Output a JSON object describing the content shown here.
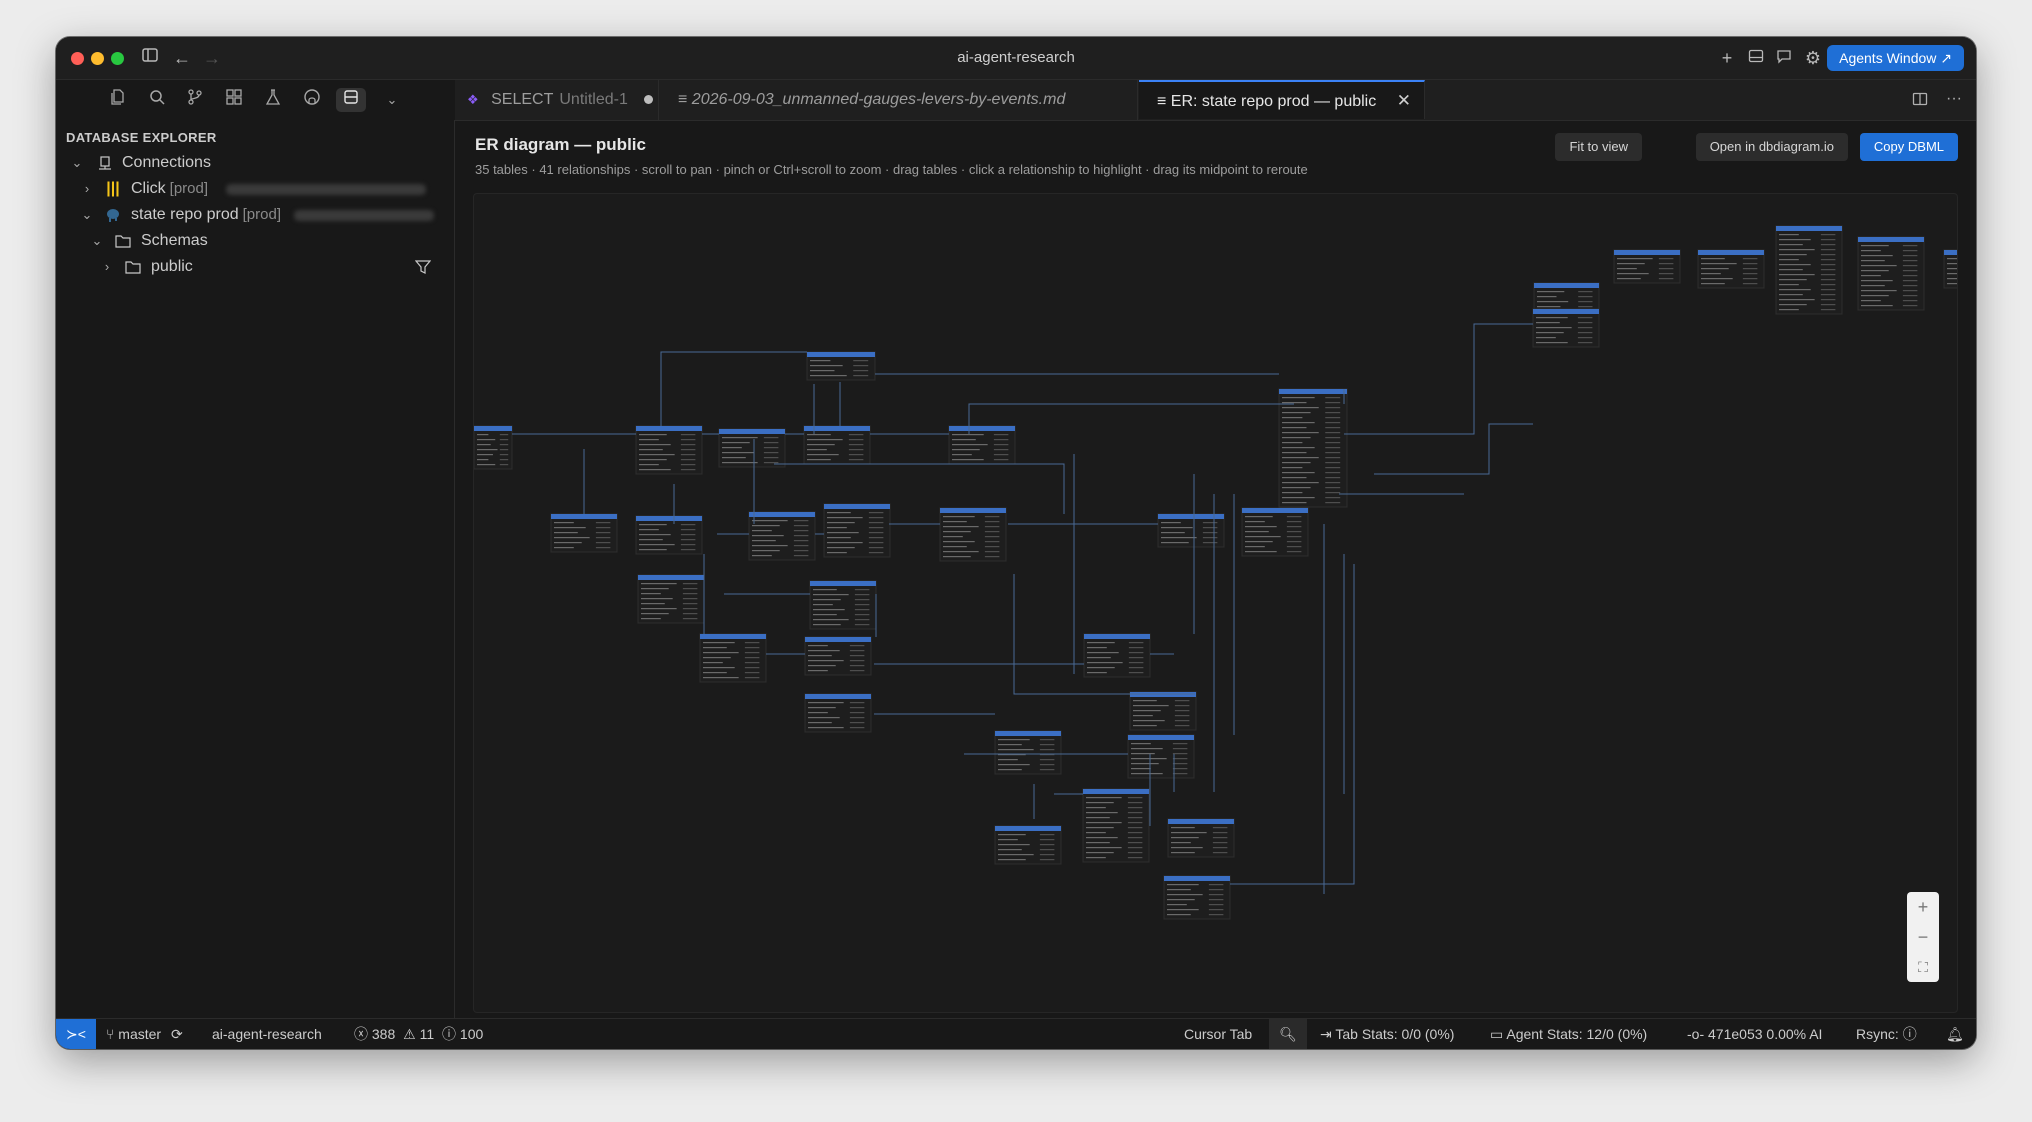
{
  "window": {
    "title": "ai-agent-research",
    "agents_button": "Agents Window ↗"
  },
  "sidebar": {
    "header": "DATABASE EXPLORER",
    "connections_label": "Connections",
    "click_label": "Click",
    "click_tag": "[prod]",
    "pg_label": "state repo prod",
    "pg_tag": "[prod]",
    "schemas_label": "Schemas",
    "public_label": "public"
  },
  "tabs": [
    {
      "label": "SELECT",
      "sub": "Untitled-1"
    },
    {
      "label": "2026-09-03_unmanned-gauges-levers-by-events.md"
    },
    {
      "label": "ER: state repo prod — public"
    }
  ],
  "editor": {
    "title": "ER diagram — public",
    "subtitle": "35 tables · 41 relationships · scroll to pan · pinch or Ctrl+scroll to zoom · drag tables · click a relationship to highlight · drag its midpoint to reroute",
    "fit_button": "Fit to view",
    "dbdiagram_button": "Open in dbdiagram.io",
    "copy_button": "Copy DBML"
  },
  "status": {
    "branch": "master",
    "repo": "ai-agent-research",
    "errors": "388",
    "warnings": "11",
    "infos": "100",
    "cursor_tab": "Cursor Tab",
    "tab_stats": "Tab Stats: 0/0 (0%)",
    "agent_stats": "Agent Stats: 12/0 (0%)",
    "commit": "471e053 0.00% AI",
    "rsync": "Rsync:"
  },
  "colors": {
    "accent": "#1f6fd6",
    "table_header": "#3b6fc4",
    "edge": "#4a6a94"
  }
}
